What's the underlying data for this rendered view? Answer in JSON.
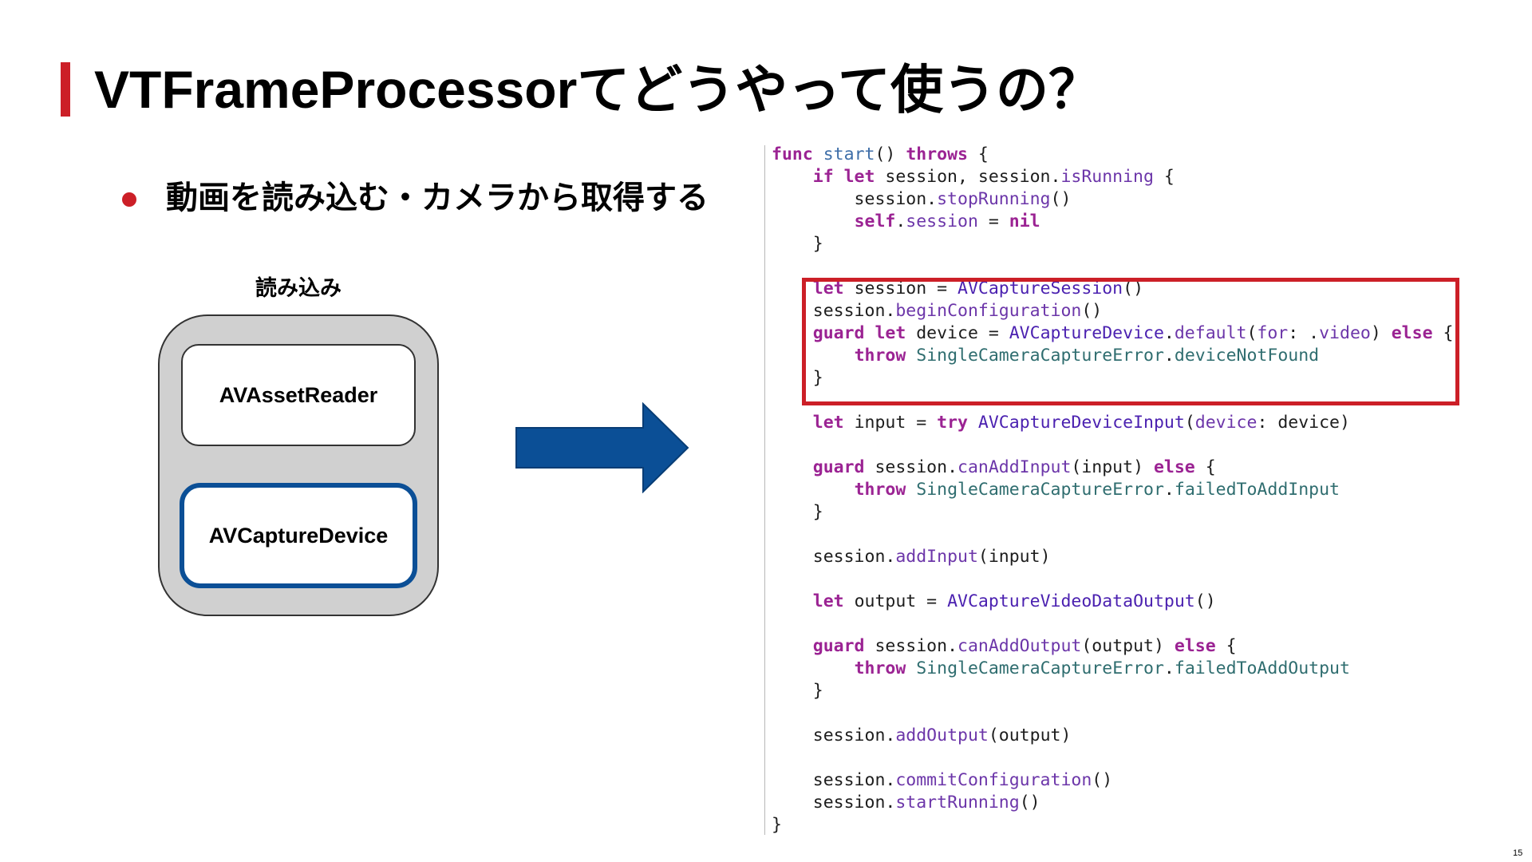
{
  "slide": {
    "title": "VTFrameProcessorてどうやって使うの？",
    "bullet": "動画を読み込む・カメラから取得する",
    "page_number": "15"
  },
  "diagram": {
    "group_label": "読み込み",
    "boxes": [
      "AVAssetReader",
      "AVCaptureDevice"
    ],
    "colors": {
      "accent_red": "#cc1f27",
      "arrow_blue": "#0b4f96",
      "group_fill": "#d0d0d0"
    }
  },
  "code": {
    "lines": [
      [
        [
          "kw",
          "func"
        ],
        [
          "p",
          " "
        ],
        [
          "fn",
          "start"
        ],
        [
          "p",
          "() "
        ],
        [
          "kw",
          "throws"
        ],
        [
          "p",
          " {"
        ]
      ],
      [
        [
          "p",
          "    "
        ],
        [
          "kw",
          "if let"
        ],
        [
          "p",
          " session, session."
        ],
        [
          "prop",
          "isRunning"
        ],
        [
          "p",
          " {"
        ]
      ],
      [
        [
          "p",
          "        session."
        ],
        [
          "prop",
          "stopRunning"
        ],
        [
          "p",
          "()"
        ]
      ],
      [
        [
          "p",
          "        "
        ],
        [
          "kw",
          "self"
        ],
        [
          "p",
          "."
        ],
        [
          "prop",
          "session"
        ],
        [
          "p",
          " = "
        ],
        [
          "kw",
          "nil"
        ]
      ],
      [
        [
          "p",
          "    }"
        ]
      ],
      [
        [
          "p",
          ""
        ]
      ],
      [
        [
          "p",
          "    "
        ],
        [
          "kw",
          "let"
        ],
        [
          "p",
          " session = "
        ],
        [
          "type",
          "AVCaptureSession"
        ],
        [
          "p",
          "()"
        ]
      ],
      [
        [
          "p",
          "    session."
        ],
        [
          "prop",
          "beginConfiguration"
        ],
        [
          "p",
          "()"
        ]
      ],
      [
        [
          "p",
          "    "
        ],
        [
          "kw",
          "guard let"
        ],
        [
          "p",
          " device = "
        ],
        [
          "type",
          "AVCaptureDevice"
        ],
        [
          "p",
          "."
        ],
        [
          "prop",
          "default"
        ],
        [
          "p",
          "("
        ],
        [
          "prop",
          "for"
        ],
        [
          "p",
          ": ."
        ],
        [
          "prop",
          "video"
        ],
        [
          "p",
          ") "
        ],
        [
          "kw",
          "else"
        ],
        [
          "p",
          " {"
        ]
      ],
      [
        [
          "p",
          "        "
        ],
        [
          "kw",
          "throw"
        ],
        [
          "p",
          " "
        ],
        [
          "member",
          "SingleCameraCaptureError"
        ],
        [
          "p",
          "."
        ],
        [
          "member",
          "deviceNotFound"
        ]
      ],
      [
        [
          "p",
          "    }"
        ]
      ],
      [
        [
          "p",
          ""
        ]
      ],
      [
        [
          "p",
          "    "
        ],
        [
          "kw",
          "let"
        ],
        [
          "p",
          " input = "
        ],
        [
          "kw",
          "try"
        ],
        [
          "p",
          " "
        ],
        [
          "type",
          "AVCaptureDeviceInput"
        ],
        [
          "p",
          "("
        ],
        [
          "prop",
          "device"
        ],
        [
          "p",
          ": device)"
        ]
      ],
      [
        [
          "p",
          ""
        ]
      ],
      [
        [
          "p",
          "    "
        ],
        [
          "kw",
          "guard"
        ],
        [
          "p",
          " session."
        ],
        [
          "prop",
          "canAddInput"
        ],
        [
          "p",
          "(input) "
        ],
        [
          "kw",
          "else"
        ],
        [
          "p",
          " {"
        ]
      ],
      [
        [
          "p",
          "        "
        ],
        [
          "kw",
          "throw"
        ],
        [
          "p",
          " "
        ],
        [
          "member",
          "SingleCameraCaptureError"
        ],
        [
          "p",
          "."
        ],
        [
          "member",
          "failedToAddInput"
        ]
      ],
      [
        [
          "p",
          "    }"
        ]
      ],
      [
        [
          "p",
          ""
        ]
      ],
      [
        [
          "p",
          "    session."
        ],
        [
          "prop",
          "addInput"
        ],
        [
          "p",
          "(input)"
        ]
      ],
      [
        [
          "p",
          ""
        ]
      ],
      [
        [
          "p",
          "    "
        ],
        [
          "kw",
          "let"
        ],
        [
          "p",
          " output = "
        ],
        [
          "type",
          "AVCaptureVideoDataOutput"
        ],
        [
          "p",
          "()"
        ]
      ],
      [
        [
          "p",
          ""
        ]
      ],
      [
        [
          "p",
          "    "
        ],
        [
          "kw",
          "guard"
        ],
        [
          "p",
          " session."
        ],
        [
          "prop",
          "canAddOutput"
        ],
        [
          "p",
          "(output) "
        ],
        [
          "kw",
          "else"
        ],
        [
          "p",
          " {"
        ]
      ],
      [
        [
          "p",
          "        "
        ],
        [
          "kw",
          "throw"
        ],
        [
          "p",
          " "
        ],
        [
          "member",
          "SingleCameraCaptureError"
        ],
        [
          "p",
          "."
        ],
        [
          "member",
          "failedToAddOutput"
        ]
      ],
      [
        [
          "p",
          "    }"
        ]
      ],
      [
        [
          "p",
          ""
        ]
      ],
      [
        [
          "p",
          "    session."
        ],
        [
          "prop",
          "addOutput"
        ],
        [
          "p",
          "(output)"
        ]
      ],
      [
        [
          "p",
          ""
        ]
      ],
      [
        [
          "p",
          "    session."
        ],
        [
          "prop",
          "commitConfiguration"
        ],
        [
          "p",
          "()"
        ]
      ],
      [
        [
          "p",
          "    session."
        ],
        [
          "prop",
          "startRunning"
        ],
        [
          "p",
          "()"
        ]
      ],
      [
        [
          "p",
          "}"
        ]
      ]
    ],
    "highlighted_lines": [
      6,
      10
    ]
  }
}
